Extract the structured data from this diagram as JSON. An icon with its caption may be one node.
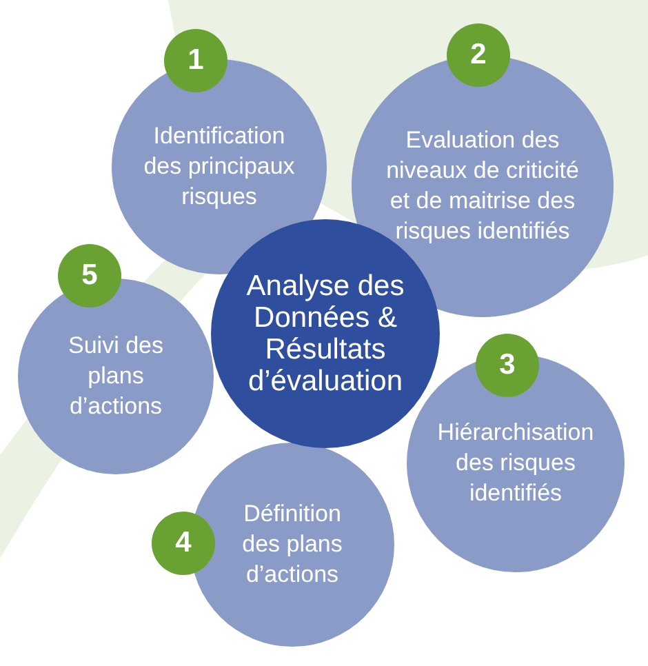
{
  "diagram": {
    "nodes": [
      {
        "text": [
          "Analyse des Données & Résultats d’évaluation"
        ]
      },
      {
        "text": [
          "1"
        ]
      },
      {
        "text": [
          "Identification des principaux risques"
        ]
      },
      {
        "text": [
          "2"
        ]
      },
      {
        "text": [
          "Evaluation des niveaux de criticité et de maitrise des risques identifiés"
        ]
      },
      {
        "text": [
          "3"
        ]
      },
      {
        "text": [
          "Hiérarchisation des risques identifiés"
        ]
      },
      {
        "text": [
          "4"
        ]
      },
      {
        "text": [
          "Définition des plans d’actions"
        ]
      },
      {
        "text": [
          "5"
        ]
      },
      {
        "text": [
          "Suivi des plans d’actions"
        ]
      }
    ]
  }
}
